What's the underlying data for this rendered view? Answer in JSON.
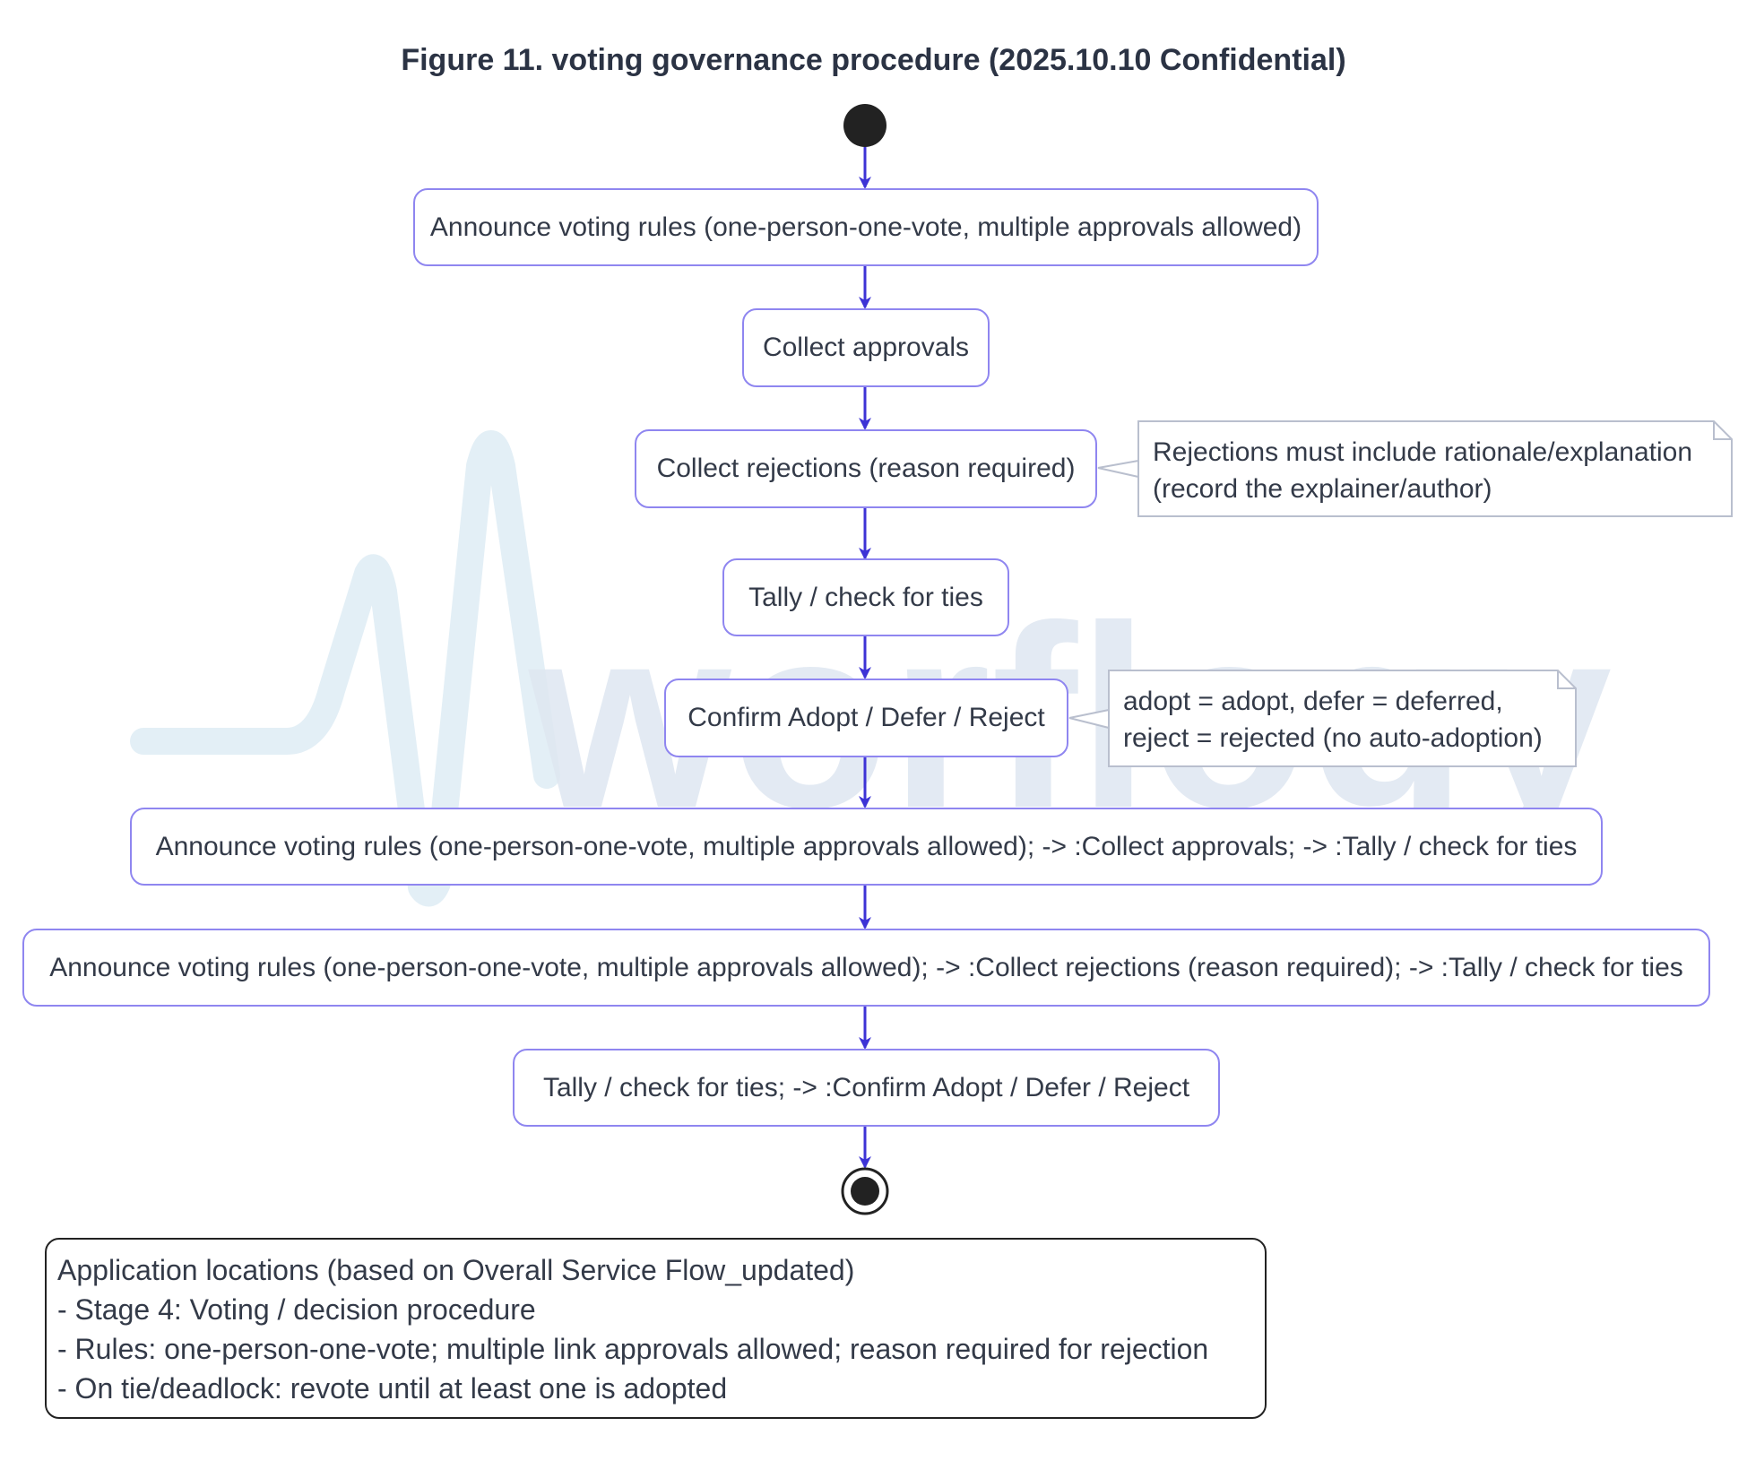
{
  "figure_title": "Figure 11. voting governance procedure (2025.10.10 Confidential)",
  "watermark": "worflogy",
  "colors": {
    "accent": "#3d33d6",
    "node_border": "#8f86f0",
    "note_border": "#b9bfce",
    "watermark": "#dbe6f0"
  },
  "nodes": [
    "Announce voting rules (one-person-one-vote, multiple approvals allowed)",
    "Collect approvals",
    "Collect rejections (reason required)",
    "Tally / check for ties",
    "Confirm Adopt / Defer / Reject",
    "Announce voting rules (one-person-one-vote, multiple approvals allowed); -> :Collect approvals; -> :Tally / check for ties",
    "Announce voting rules (one-person-one-vote, multiple approvals allowed); -> :Collect rejections (reason required); -> :Tally / check for ties",
    "Tally / check for ties; -> :Confirm Adopt / Defer / Reject"
  ],
  "notes": [
    {
      "lines": [
        "Rejections must include rationale/explanation",
        "(record the explainer/author)"
      ]
    },
    {
      "lines": [
        "adopt = adopt, defer = deferred,",
        "reject = rejected (no auto-adoption)"
      ]
    }
  ],
  "legend": {
    "lines": [
      "Application locations (based on Overall Service Flow_updated)",
      "- Stage 4: Voting / decision procedure",
      "- Rules: one-person-one-vote; multiple link approvals allowed; reason required for rejection",
      "- On tie/deadlock: revote until at least one is adopted"
    ]
  }
}
